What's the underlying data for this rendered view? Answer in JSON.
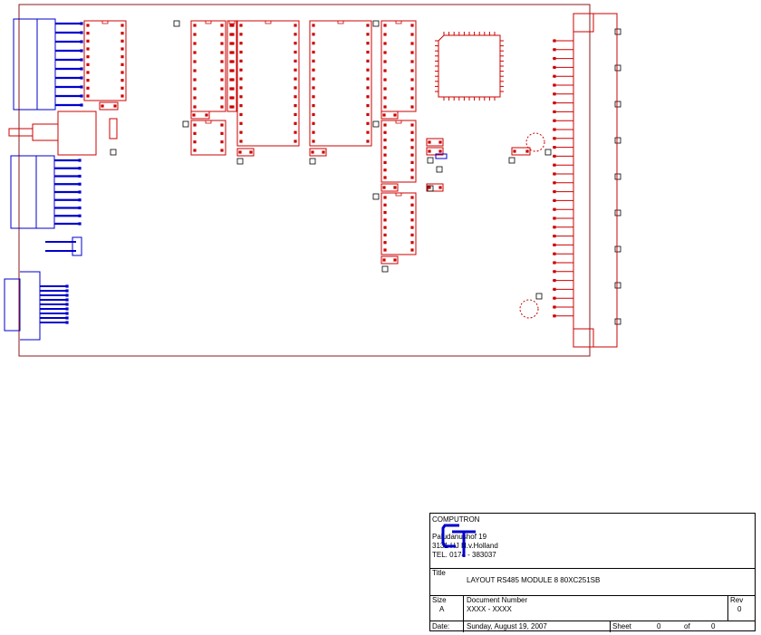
{
  "title_block": {
    "company": "COMPUTRON",
    "address_line1": "Paludanushof 19",
    "address_line2": "3131 HJ H.v.Holland",
    "phone": "TEL. 0174 - 383037",
    "logo_text": "CT",
    "title_label": "Title",
    "title_value": "LAYOUT RS485 MODULE 8  80XC251SB",
    "size_label": "Size",
    "size_value": "A",
    "docnum_label": "Document Number",
    "docnum_value": "XXXX - XXXX",
    "rev_label": "Rev",
    "rev_value": "0",
    "date_label": "Date:",
    "date_value": "Sunday, August 19, 2007",
    "sheet_label": "Sheet",
    "sheet_value": "0",
    "of_label": "of",
    "of_value": "0"
  },
  "colors": {
    "board_outline": "#8b1a1a",
    "component": "#cc0000",
    "pad": "#cc0000",
    "connector": "#0000cc",
    "marker": "#000000"
  }
}
